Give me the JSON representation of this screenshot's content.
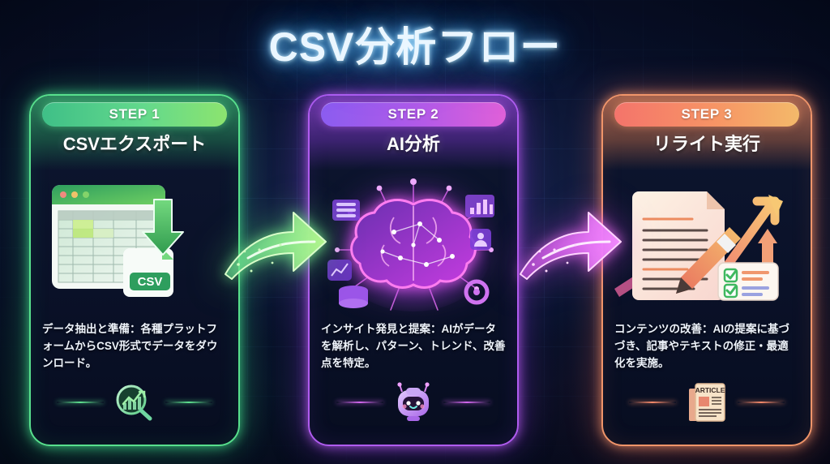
{
  "page": {
    "title": "CSV分析フロー",
    "background_color": "#08102a",
    "title_glow_color": "#74c8ff"
  },
  "steps": [
    {
      "badge": "STEP 1",
      "title": "CSVエクスポート",
      "description": "データ抽出と準備：各種プラットフォームからCSV形式でデータをダウンロード。",
      "accent_color": "#58e08d",
      "pill_gradient": [
        "#3fbf87",
        "#8ce46f"
      ],
      "art_icon": "spreadsheet-csv-download-icon",
      "art_badge_label": "CSV",
      "footer_icon": "magnifier-growth-chart-icon"
    },
    {
      "badge": "STEP 2",
      "title": "AI分析",
      "description": "インサイト発見と提案：AIがデータを解析し、パターン、トレンド、改善点を特定。",
      "accent_color": "#b05cf0",
      "pill_gradient": [
        "#8b5cf0",
        "#e060d8"
      ],
      "art_icon": "neural-brain-icon",
      "art_badge_label": "",
      "footer_icon": "robot-assistant-icon"
    },
    {
      "badge": "STEP 3",
      "title": "リライト実行",
      "description": "コンテンツの改善：AIの提案に基づづき、記事やテキストの修正・最適化を実施。",
      "accent_color": "#f0956a",
      "pill_gradient": [
        "#f4746b",
        "#f3b96a"
      ],
      "art_icon": "document-pencil-growth-icon",
      "art_badge_label": "",
      "footer_icon": "newspaper-article-icon",
      "footer_icon_label": "ARTICLE"
    }
  ],
  "connectors": [
    {
      "name": "arrow-step1-to-step2",
      "color": "#7ee88f",
      "direction": "right"
    },
    {
      "name": "arrow-step2-to-step3",
      "color": "#e06ef0",
      "direction": "right"
    }
  ]
}
